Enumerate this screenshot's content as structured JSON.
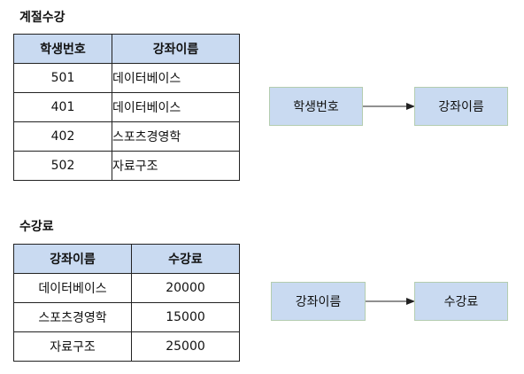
{
  "table1": {
    "title": "계절수강",
    "headers": [
      "학생번호",
      "강좌이름"
    ],
    "rows": [
      [
        "501",
        "데이터베이스"
      ],
      [
        "401",
        "데이터베이스"
      ],
      [
        "402",
        "스포츠경영학"
      ],
      [
        "502",
        "자료구조"
      ]
    ]
  },
  "table2": {
    "title": "수강료",
    "headers": [
      "강좌이름",
      "수강료"
    ],
    "rows": [
      [
        "데이터베이스",
        "20000"
      ],
      [
        "스포츠경영학",
        "15000"
      ],
      [
        "자료구조",
        "25000"
      ]
    ]
  },
  "diagram1": {
    "source": "학생번호",
    "target": "강좌이름"
  },
  "diagram2": {
    "source": "강좌이름",
    "target": "수강료"
  },
  "colors": {
    "header_fill": "#c9daf1",
    "node_fill": "#c9daf1",
    "node_border": "#b4cdb0",
    "line": "#222222"
  }
}
